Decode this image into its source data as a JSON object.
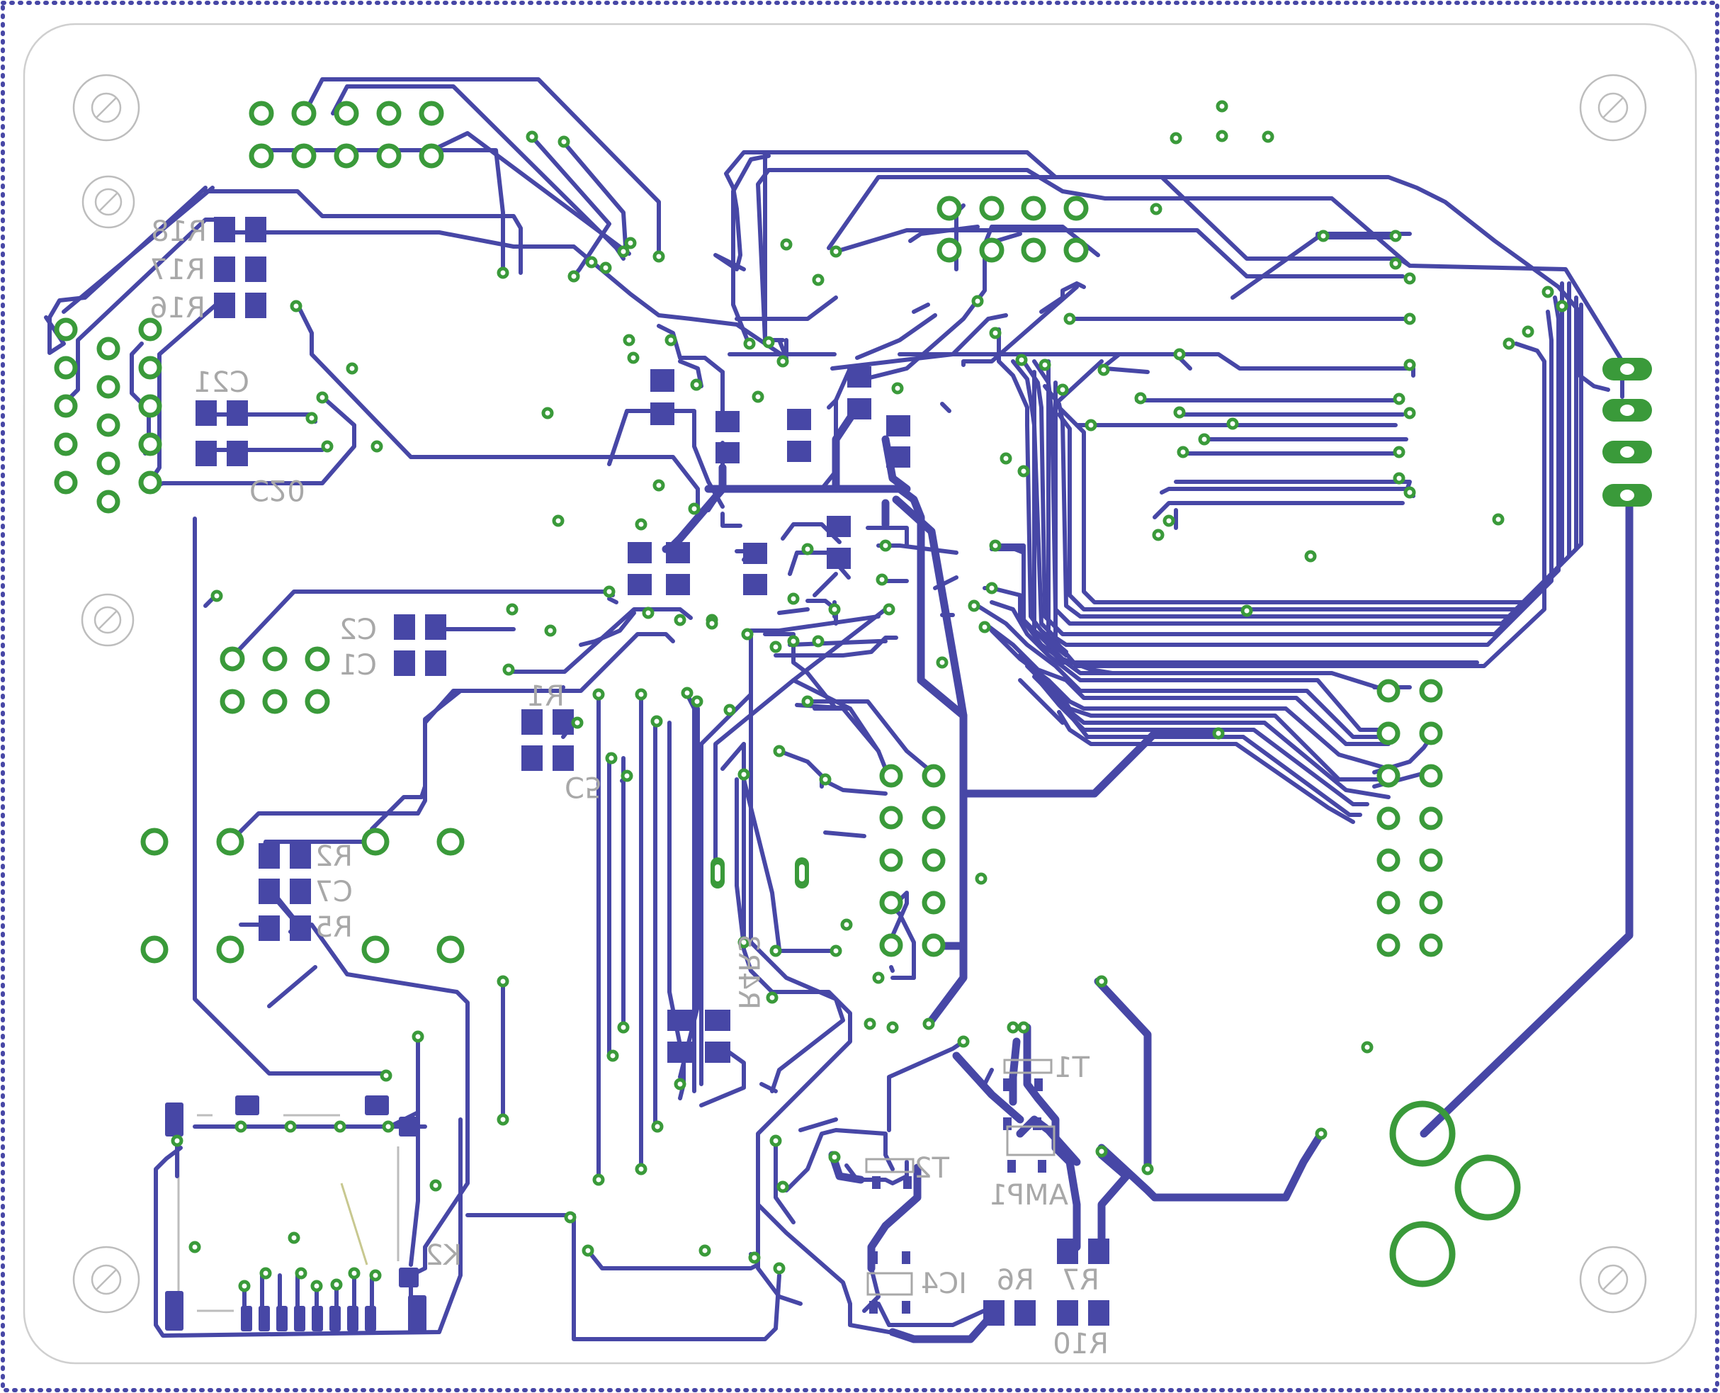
{
  "colors": {
    "trace": "#4747a6",
    "pad": "#4747a6",
    "via": "#3a9a3a",
    "silkscreen": "#a8a8a8",
    "border_dots": "#4747a6",
    "background": "#ffffff"
  },
  "labels": {
    "R18": "R18",
    "R17": "R17",
    "R16": "R16",
    "C21": "C21",
    "C20": "C20",
    "C2": "C2",
    "C1": "C1",
    "R1": "R1",
    "C5": "C5",
    "R2": "R2",
    "C7": "C7",
    "R5": "R5",
    "R4R3": "R4R3",
    "K2": "K2",
    "T1": "T1",
    "T2": "T2",
    "AMP1": "AMP1",
    "IC4": "IC4",
    "R6": "R6",
    "R7": "R7",
    "R10": "R10"
  }
}
